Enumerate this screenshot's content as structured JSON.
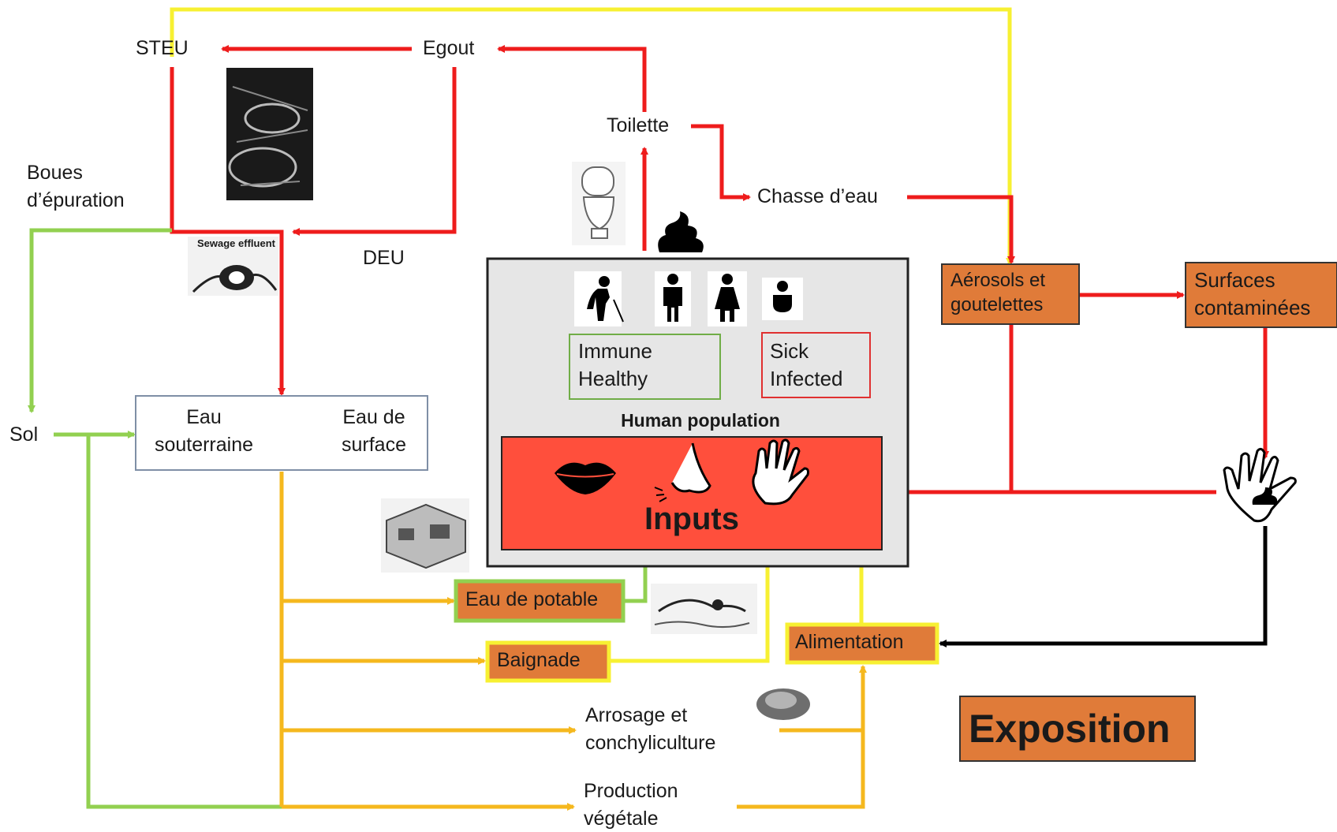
{
  "colors": {
    "red": "#ee1c1c",
    "yellow": "#f7f032",
    "green": "#92d050",
    "gold": "#f5b81e",
    "black": "#000000",
    "orange_box": "#e07b39",
    "inputs_box": "#ff4f3c",
    "population_bg": "#e6e6e6"
  },
  "nodes": {
    "steu": "STEU",
    "egout": "Egout",
    "toilette": "Toilette",
    "chasse": "Chasse d’eau",
    "boues": "Boues\nd’épuration",
    "deu": "DEU",
    "sewage_effluent": "Sewage effluent",
    "sol": "Sol",
    "eau_souterraine": "Eau\nsouterraine",
    "eau_surface": "Eau de\nsurface",
    "aerosols": "Aérosols et\ngoutelettes",
    "surfaces": "Surfaces\ncontaminées",
    "eau_potable": "Eau de potable",
    "baignade": "Baignade",
    "alimentation": "Alimentation",
    "arrosage": "Arrosage et\nconchyliculture",
    "production": "Production\nvégétale",
    "exposition": "Exposition"
  },
  "population": {
    "title": "Human population",
    "immune": "Immune\nHealthy",
    "sick": "Sick\nInfected",
    "inputs": "Inputs",
    "icons": [
      "elderly-person-icon",
      "man-icon",
      "woman-icon",
      "baby-icon",
      "poop-icon",
      "toilet-icon",
      "lips-icon",
      "nose-icon",
      "hand-icon"
    ]
  }
}
